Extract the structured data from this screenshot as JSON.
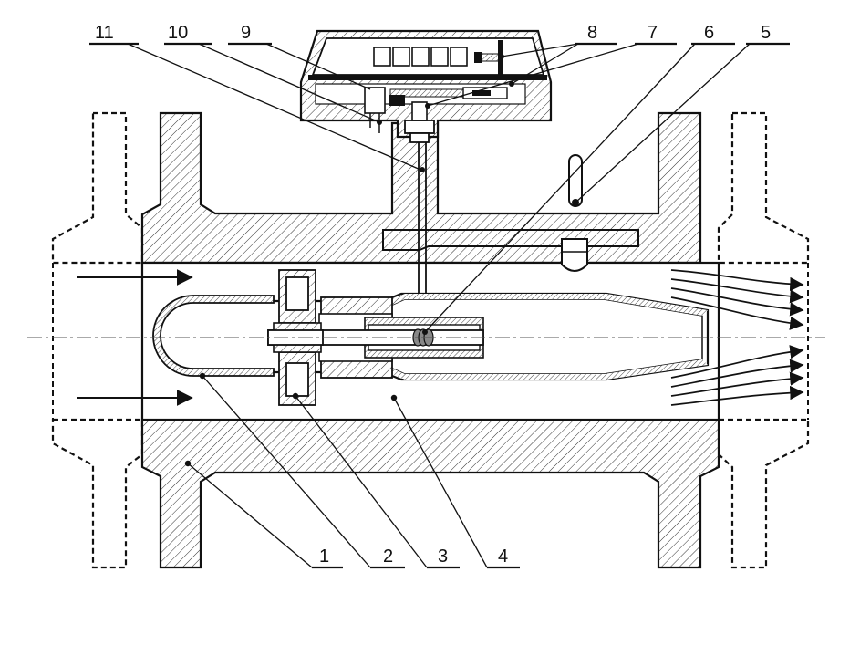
{
  "callouts": [
    {
      "id": "1",
      "text": "1"
    },
    {
      "id": "2",
      "text": "2"
    },
    {
      "id": "3",
      "text": "3"
    },
    {
      "id": "4",
      "text": "4"
    },
    {
      "id": "5",
      "text": "5"
    },
    {
      "id": "6",
      "text": "6"
    },
    {
      "id": "7",
      "text": "7"
    },
    {
      "id": "8",
      "text": "8"
    },
    {
      "id": "9",
      "text": "9"
    },
    {
      "id": "10",
      "text": "10"
    },
    {
      "id": "11",
      "text": "11"
    }
  ],
  "colors": {
    "ink": "#111111",
    "paper": "#ffffff"
  }
}
